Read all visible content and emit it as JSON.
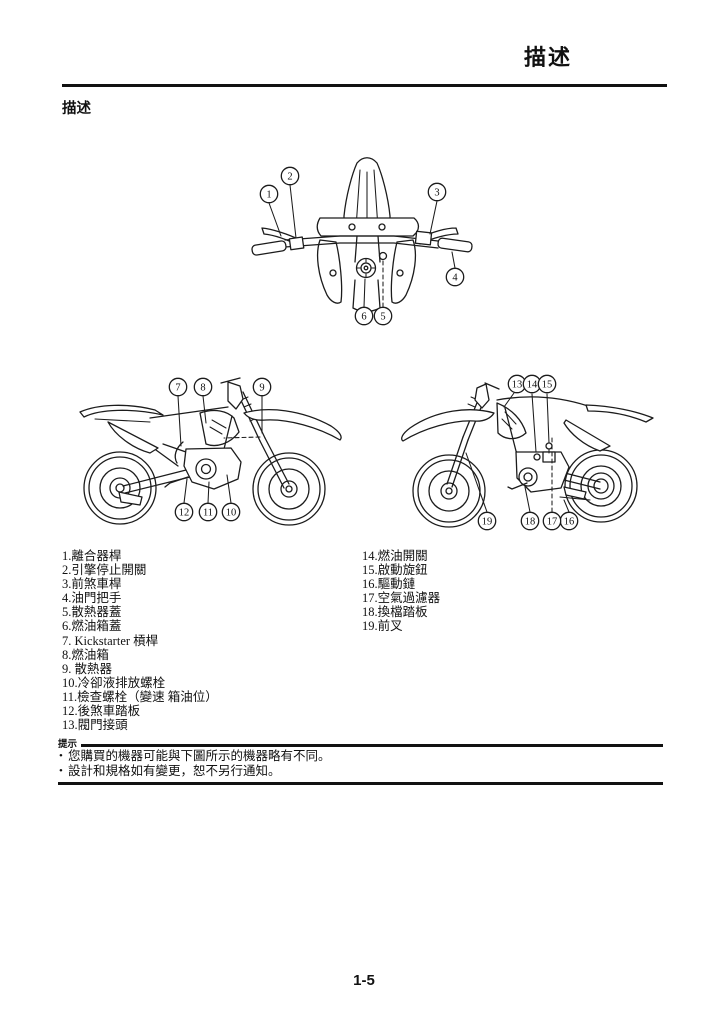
{
  "page": {
    "header_title": "描述",
    "section_title": "描述",
    "page_number": "1-5"
  },
  "parts_list": {
    "left_column": [
      "1.離合器桿",
      "2.引擎停止開關",
      "3.前煞車桿",
      "4.油門把手",
      "5.散熱器蓋",
      "6.燃油箱蓋",
      "7. Kickstarter 槓桿",
      "8.燃油箱",
      "9. 散熱器",
      "10.冷卻液排放螺栓",
      "11.檢查螺栓（變速 箱油位）",
      "12.後煞車踏板",
      "13.閥門接頭"
    ],
    "right_column": [
      "14.燃油開關",
      "15.啟動旋鈕",
      "16.驅動鏈",
      "17.空氣過濾器",
      "18.換檔踏板",
      "19.前叉"
    ]
  },
  "note": {
    "label": "提示",
    "bullets": [
      "您購買的機器可能與下圖所示的機器略有不同。",
      "設計和規格如有變更，恕不另行通知。"
    ]
  },
  "diagrams": {
    "handlebar_view": {
      "callouts": [
        "1",
        "2",
        "3",
        "4",
        "5",
        "6"
      ]
    },
    "left_side_view": {
      "callouts": [
        "7",
        "8",
        "9",
        "10",
        "11",
        "12"
      ]
    },
    "right_side_view": {
      "callouts": [
        "13",
        "14",
        "15",
        "16",
        "17",
        "18",
        "19"
      ]
    }
  },
  "colors": {
    "ink": "#1c1c1c",
    "paper": "#ffffff"
  }
}
